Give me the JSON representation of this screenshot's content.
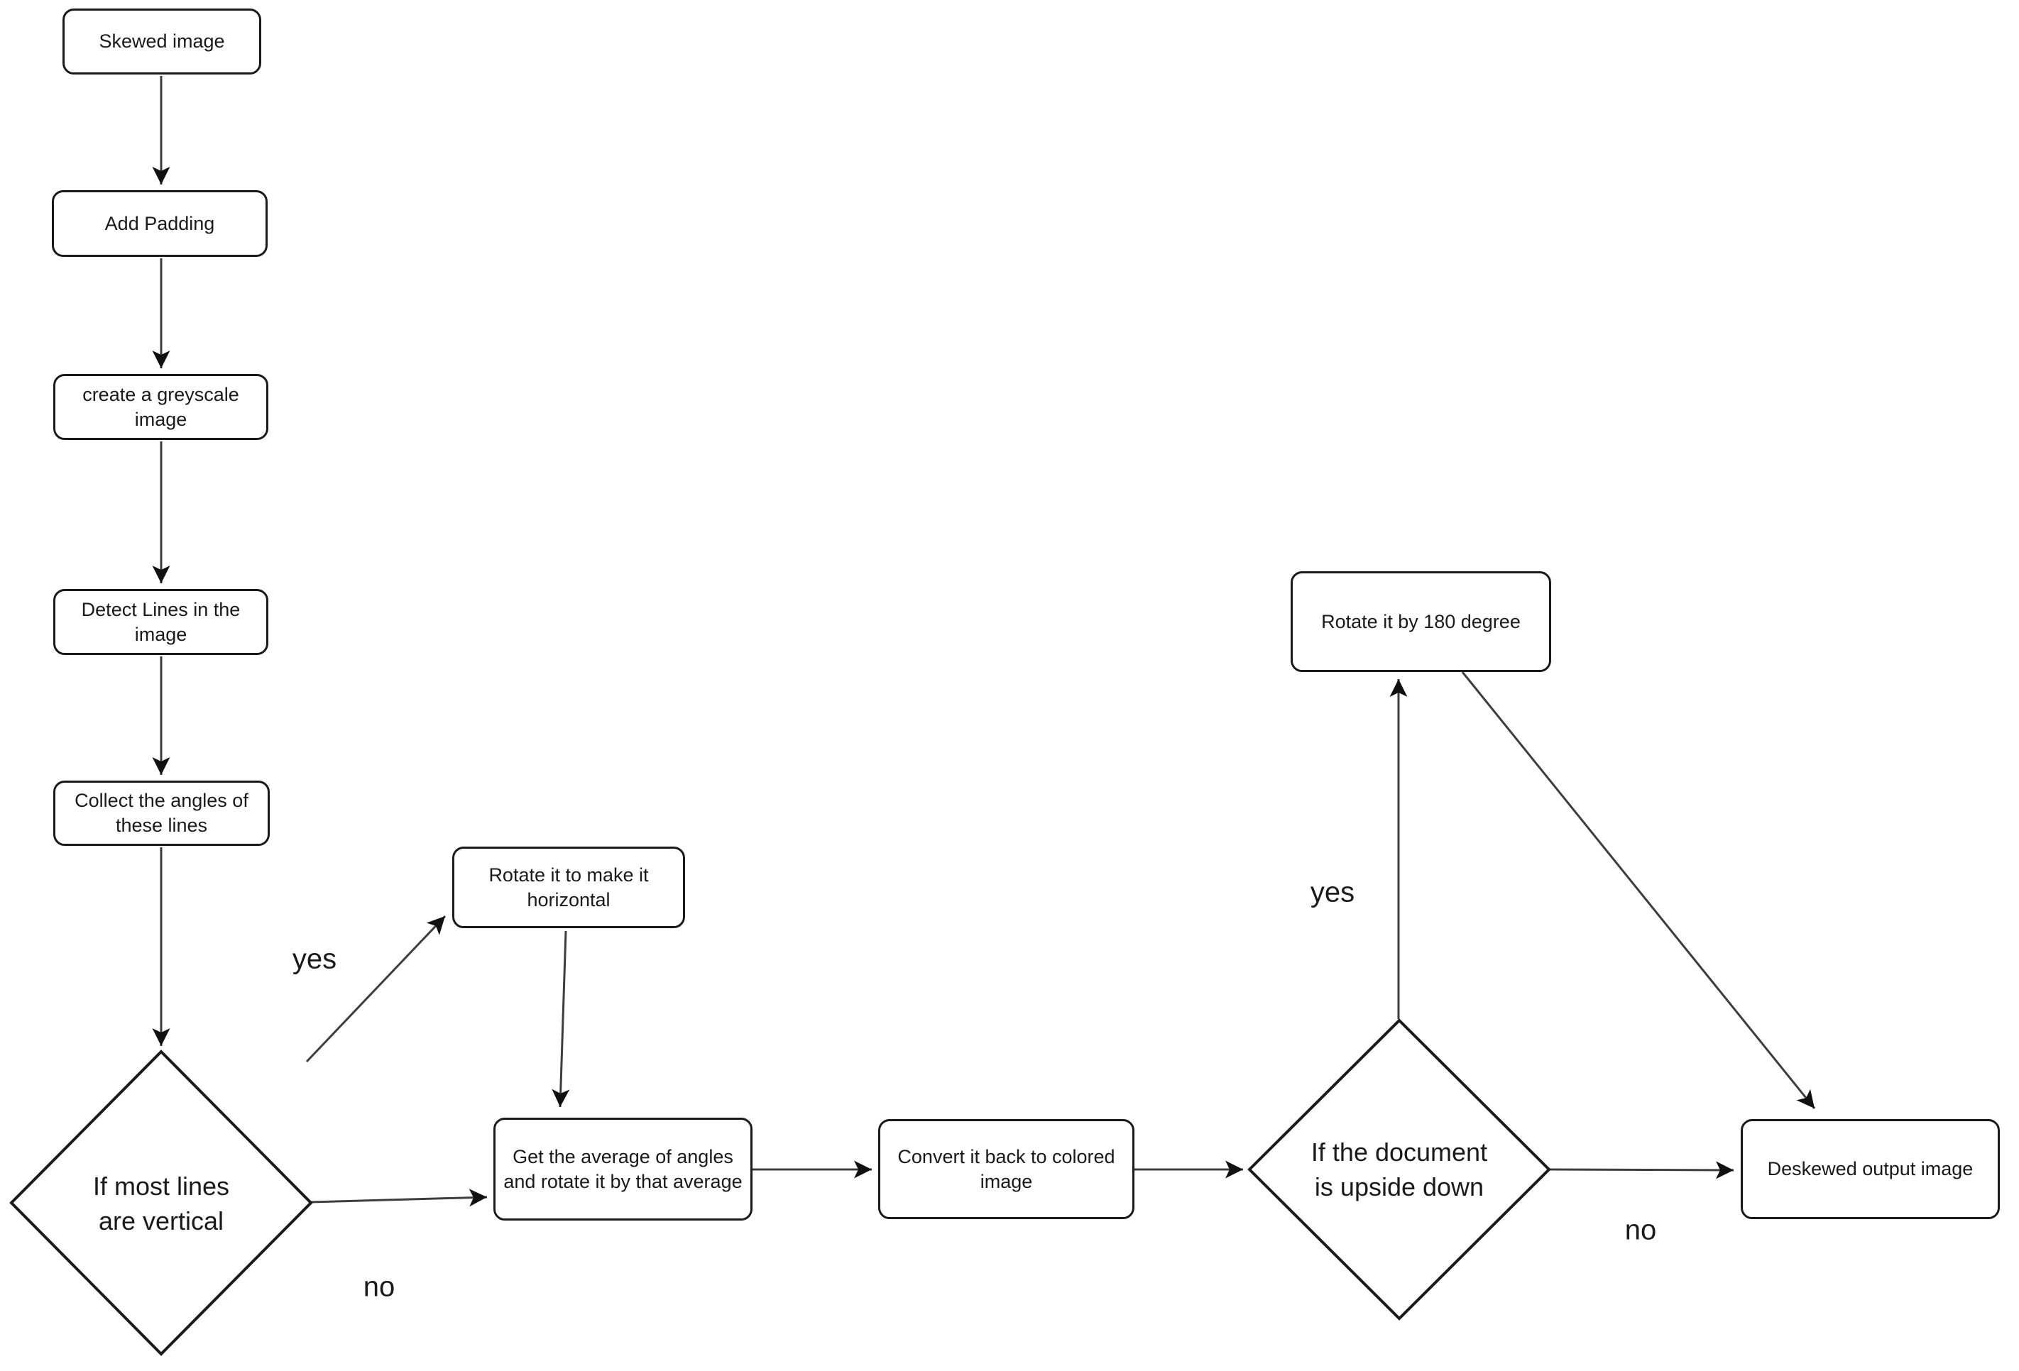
{
  "colors": {
    "background": "#ffffff",
    "node_fill": "#ffffff",
    "node_stroke": "#1a1a1a",
    "connector": "#3d3d3d",
    "arrowhead": "#111111",
    "text": "#1a1a1a"
  },
  "nodes": {
    "skewed": {
      "label": "Skewed image"
    },
    "add_padding": {
      "label": "Add Padding"
    },
    "greyscale": {
      "label": "create a greyscale\nimage"
    },
    "detect_lines": {
      "label": "Detect Lines in the\nimage"
    },
    "collect_angles": {
      "label": "Collect the angles of\nthese lines"
    },
    "decision_vertical": {
      "label": "If most lines\nare vertical"
    },
    "rotate_horizontal": {
      "label": "Rotate it to make it\nhorizontal"
    },
    "get_average": {
      "label": "Get the average of angles\nand rotate it by that average"
    },
    "convert_back": {
      "label": "Convert it back to colored\nimage"
    },
    "decision_upside_down": {
      "label": "If the document\nis upside down"
    },
    "rotate_180": {
      "label": "Rotate it by 180 degree"
    },
    "deskewed": {
      "label": "Deskewed output image"
    }
  },
  "edge_labels": {
    "vertical_yes": "yes",
    "vertical_no": "no",
    "upside_yes": "yes",
    "upside_no": "no"
  }
}
